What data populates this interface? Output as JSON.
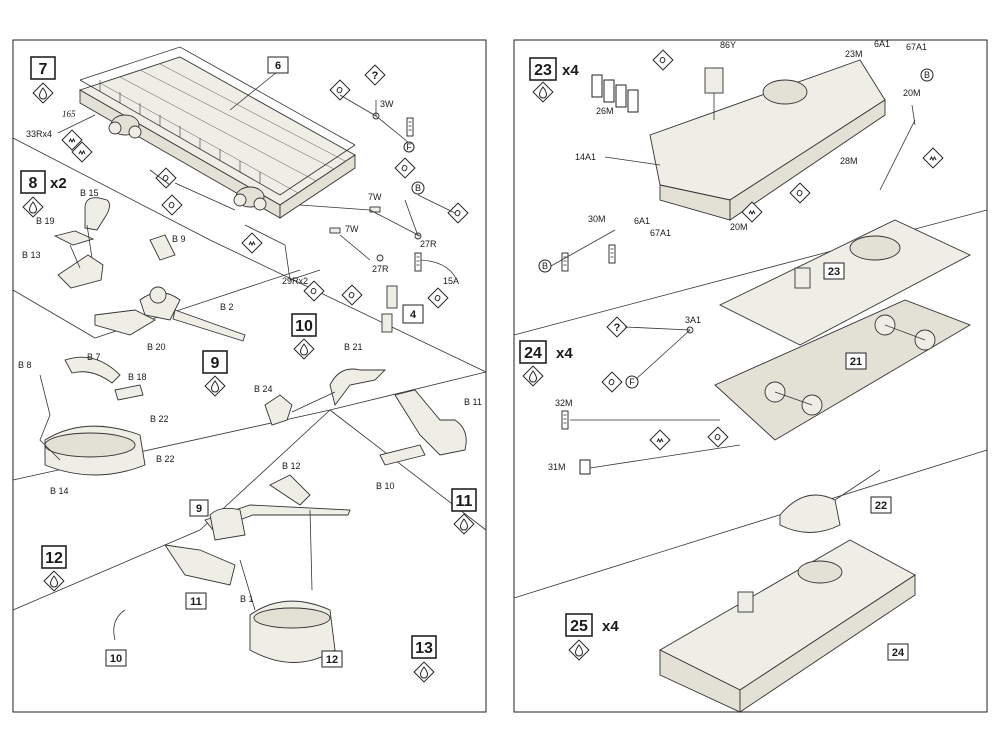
{
  "left_page": {
    "steps": [
      {
        "number": "7",
        "multiplier": ""
      },
      {
        "number": "8",
        "multiplier": "x2"
      },
      {
        "number": "9",
        "multiplier": ""
      },
      {
        "number": "10",
        "multiplier": ""
      },
      {
        "number": "11",
        "multiplier": ""
      },
      {
        "number": "12",
        "multiplier": ""
      },
      {
        "number": "13",
        "multiplier": ""
      }
    ],
    "callouts": [
      "6",
      "4",
      "9",
      "11",
      "10",
      "12"
    ],
    "part_labels": {
      "p165": "165",
      "p33Rx4": "33Rx4",
      "p3W": "3W",
      "p7W_a": "7W",
      "p7W_b": "7W",
      "p27R_a": "27R",
      "p27R_b": "27R",
      "p15A": "15A",
      "p29Rx2": "29Rx2",
      "pB15": "B 15",
      "pB19": "B 19",
      "pB13": "B 13",
      "pB9": "B 9",
      "pB2": "B 2",
      "pB20": "B 20",
      "pB21": "B 21",
      "pB24": "B 24",
      "pB8": "B 8",
      "pB7": "B 7",
      "pB18": "B 18",
      "pB22a": "B 22",
      "pB22b": "B 22",
      "pB14": "B 14",
      "pB11": "B 11",
      "pB10": "B 10",
      "pB12": "B 12",
      "pB1": "B 1"
    },
    "symbols": {
      "question": "?",
      "letter_f": "F",
      "letter_b": "B"
    }
  },
  "right_page": {
    "steps": [
      {
        "number": "23",
        "multiplier": "x4"
      },
      {
        "number": "24",
        "multiplier": "x4"
      },
      {
        "number": "25",
        "multiplier": "x4"
      }
    ],
    "callouts": [
      "23",
      "21",
      "22",
      "24"
    ],
    "part_labels": {
      "p86Y": "86Y",
      "p6A1a": "6A1",
      "p23M": "23M",
      "p67A1a": "67A1",
      "p26M": "26M",
      "p20M_a": "20M",
      "p14A1": "14A1",
      "p28M": "28M",
      "p30M": "30M",
      "p6A1b": "6A1",
      "p67A1b": "67A1",
      "p20M_b": "20M",
      "p3A1": "3A1",
      "p32M": "32M",
      "p31M": "31M"
    },
    "symbols": {
      "question": "?",
      "letter_f": "F",
      "letter_b": "B"
    }
  }
}
